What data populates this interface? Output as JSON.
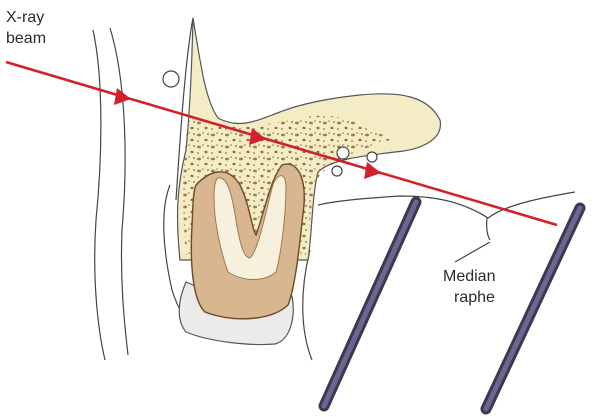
{
  "labels": {
    "beam_line1": "X-ray",
    "beam_line2": "beam",
    "raphe_line1": "Median",
    "raphe_line2": "raphe"
  },
  "colors": {
    "beam": "#d4202a",
    "bone": "#f4ecc4",
    "bone_speckle": "#8a6a3a",
    "dentin": "#d8b690",
    "pulp": "#f6f0dc",
    "enamel": "#ecebea",
    "film": "#5a5878",
    "outline": "#3a3a3a"
  },
  "icons": [
    "xray-beam-arrow",
    "film-holder-bar"
  ]
}
